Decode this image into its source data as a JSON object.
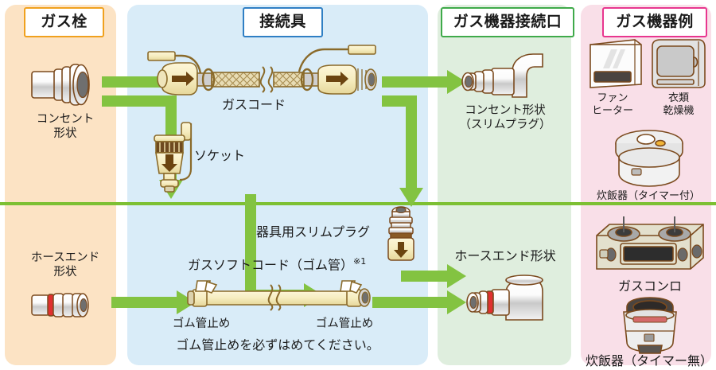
{
  "diagram": {
    "title_panels": [
      {
        "id": "gas-tap",
        "label": "ガス栓",
        "color": "#f0a11e"
      },
      {
        "id": "connector",
        "label": "接続具",
        "color": "#2f7fc4"
      },
      {
        "id": "appliance-port",
        "label": "ガス機器接続口",
        "color": "#3faa4a"
      },
      {
        "id": "appliance-examples",
        "label": "ガス機器例",
        "color": "#e8368f"
      }
    ],
    "gas_tap": {
      "outlet_label": "コンセント\n形状",
      "hose_end_label": "ホースエンド\n形状"
    },
    "connector": {
      "gas_cord_label": "ガスコード",
      "socket_label": "ソケット",
      "slim_plug_label": "器具用スリムプラグ",
      "soft_cord_label": "ガスソフトコード（ゴム管）",
      "soft_cord_note": "※1",
      "stopper_left_label": "ゴム管止め",
      "stopper_right_label": "ゴム管止め",
      "warning": "ゴム管止めを必ずはめてください。"
    },
    "appliance_port": {
      "outlet_label": "コンセント形状\n（スリムプラグ）",
      "hose_end_label": "ホースエンド形状"
    },
    "appliances": [
      {
        "id": "fan-heater",
        "label": "ファン\nヒーター"
      },
      {
        "id": "clothes-dryer",
        "label": "衣類\n乾燥機"
      },
      {
        "id": "rice-cooker-timer",
        "label": "炊飯器（タイマー付）"
      },
      {
        "id": "gas-stove",
        "label": "ガスコンロ"
      },
      {
        "id": "rice-cooker-no-timer",
        "label": "炊飯器（タイマー無）"
      }
    ],
    "colors": {
      "arrow": "#83c341",
      "divider": "#7dc033",
      "panel_gas_tap": "#fce3c4",
      "panel_connector": "#d9ecf8",
      "panel_port": "#dfeede",
      "panel_appliance": "#f9dfe8"
    }
  }
}
